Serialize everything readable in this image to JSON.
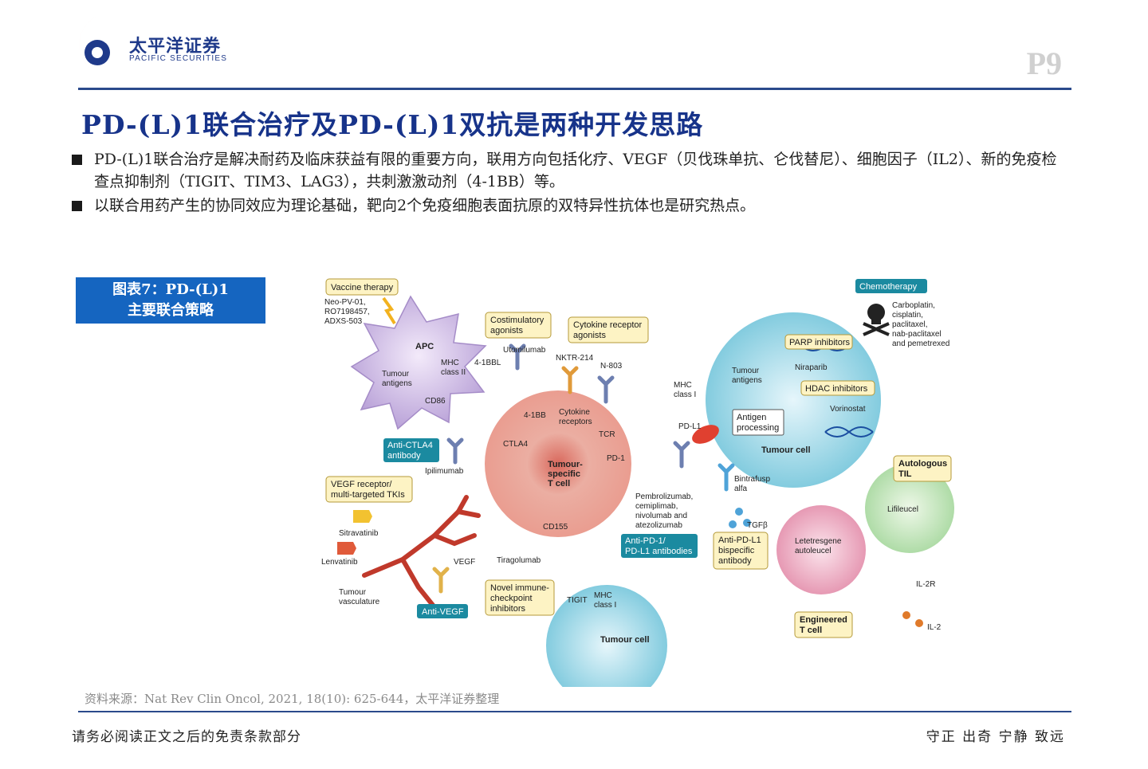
{
  "brand": {
    "name_cn": "太平洋证券",
    "name_en": "PACIFIC SECURITIES",
    "colors": {
      "primary": "#1f3a8a",
      "accent": "#d7262e"
    }
  },
  "page_number": "P9",
  "title": "PD-(L)1联合治疗及PD-(L)1双抗是两种开发思路",
  "bullets": [
    "PD-(L)1联合治疗是解决耐药及临床获益有限的重要方向，联用方向包括化疗、VEGF（贝伐珠单抗、仑伐替尼）、细胞因子（IL2）、新的免疫检查点抑制剂（TIGIT、TIM3、LAG3），共刺激激动剂（4-1BB）等。",
    "以联合用药产生的协同效应为理论基础，靶向2个免疫细胞表面抗原的双特异性抗体也是研究热点。"
  ],
  "figure_label": {
    "line1": "图表7：PD-(L)1",
    "line2": "主要联合策略"
  },
  "diagram": {
    "boxes": {
      "vaccine": "Vaccine therapy",
      "costim": [
        "Costimulatory",
        "agonists"
      ],
      "cytokine_ag": [
        "Cytokine receptor",
        "agonists"
      ],
      "chemo": "Chemotherapy",
      "parp": "PARP inhibitors",
      "hdac": "HDAC inhibitors",
      "anti_ctla4": [
        "Anti-CTLA4",
        "antibody"
      ],
      "vegf_tki": [
        "VEGF receptor/",
        "multi-targeted TKIs"
      ],
      "anti_pd1": [
        "Anti-PD-1/",
        "PD-L1 antibodies"
      ],
      "anti_pdl1_bi": [
        "Anti-PD-L1",
        "bispecific",
        "antibody"
      ],
      "novel": [
        "Novel immune-",
        "checkpoint",
        "inhibitors"
      ],
      "anti_vegf": "Anti-VEGF",
      "autologous": [
        "Autologous",
        "TIL"
      ],
      "engineered": [
        "Engineered",
        "T cell"
      ],
      "antigen_proc": [
        "Antigen",
        "processing"
      ]
    },
    "labels": {
      "vaccines": [
        "Neo-PV-01,",
        "RO7198457,",
        "ADXS-503"
      ],
      "apc": "APC",
      "mhc2": [
        "MHC",
        "class II"
      ],
      "tumour_antigens": [
        "Tumour",
        "antigens"
      ],
      "cd86": "CD86",
      "bbl": "4-1BBL",
      "bb": "4-1BB",
      "utomilumab": "Utomilumab",
      "nktr": "NKTR-214",
      "n803": "N-803",
      "cyto_rec": [
        "Cytokine",
        "receptors"
      ],
      "tcr": "TCR",
      "ctla4": "CTLA4",
      "ipilimumab": "Ipilimumab",
      "tcell": [
        "Tumour-",
        "specific",
        "T cell"
      ],
      "pd1": "PD-1",
      "cd155": "CD155",
      "pd_drugs": [
        "Pembrolizumab,",
        "cemiplimab,",
        "nivolumab and",
        "atezolizumab"
      ],
      "chemo_drugs": [
        "Carboplatin,",
        "cisplatin,",
        "paclitaxel,",
        "nab-paclitaxel",
        "and pemetrexed"
      ],
      "tumour_antigens_r": [
        "Tumour",
        "antigens"
      ],
      "niraparib": "Niraparib",
      "vorinostat": "Vorinostat",
      "mhc1_r": [
        "MHC",
        "class I"
      ],
      "pdl1": "PD-L1",
      "tumour_cell_r": "Tumour cell",
      "bintrafusp": [
        "Bintrafusp",
        "alfa"
      ],
      "tgfb": "TGFβ",
      "lifileucel": "Lifileucel",
      "letetresgene": [
        "Letetresgene",
        "autoleucel"
      ],
      "il2r": "IL-2R",
      "il2": "IL-2",
      "sitravatinib": "Sitravatinib",
      "lenvatinib": "Lenvatinib",
      "vegf": "VEGF",
      "tumour_vasc": [
        "Tumour",
        "vasculature"
      ],
      "tiragolumab": "Tiragolumab",
      "tigit": "TIGIT",
      "mhc1_b": [
        "MHC",
        "class I"
      ],
      "tumour_cell_b": "Tumour cell"
    }
  },
  "source": "资料来源：Nat Rev Clin Oncol, 2021, 18(10): 625-644，太平洋证券整理",
  "footer": {
    "left": "请务必阅读正文之后的免责条款部分",
    "right": "守正 出奇 宁静 致远"
  }
}
